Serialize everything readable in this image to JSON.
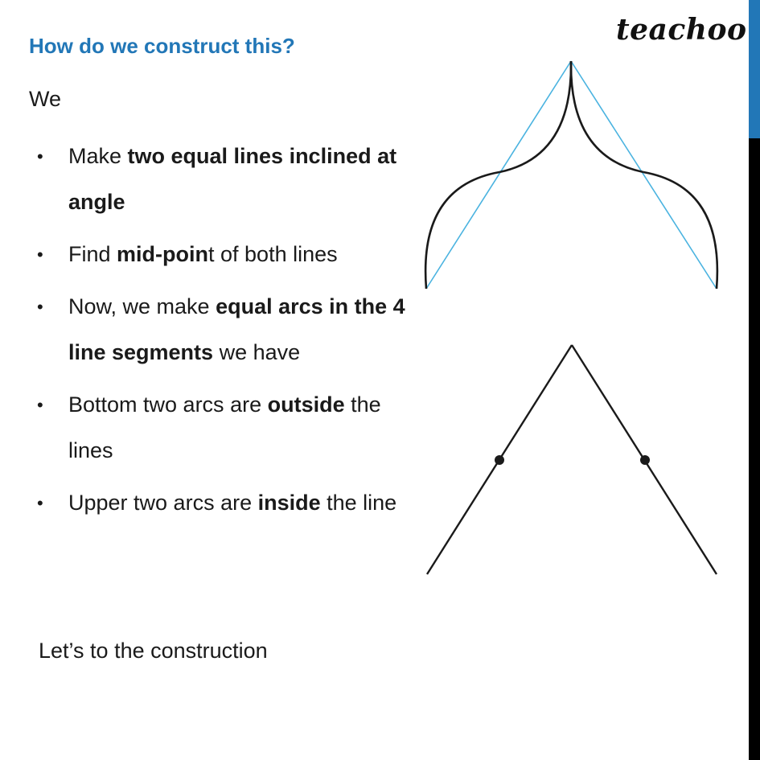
{
  "heading": "How do we construct this?",
  "brand": "teachoo",
  "intro": "We",
  "bullets": [
    {
      "parts": [
        {
          "t": "Make ",
          "b": false
        },
        {
          "t": "two equal lines inclined at angle",
          "b": true
        }
      ]
    },
    {
      "parts": [
        {
          "t": "Find ",
          "b": false
        },
        {
          "t": "mid-poin",
          "b": true
        },
        {
          "t": "t of both lines",
          "b": false
        }
      ]
    },
    {
      "parts": [
        {
          "t": "Now, we make ",
          "b": false
        },
        {
          "t": "equal arcs in the 4 line segments",
          "b": true
        },
        {
          "t": " we have",
          "b": false
        }
      ]
    },
    {
      "parts": [
        {
          "t": "Bottom two arcs are ",
          "b": false
        },
        {
          "t": "outside",
          "b": true
        },
        {
          "t": " the lines",
          "b": false
        }
      ]
    },
    {
      "parts": [
        {
          "t": "Upper two arcs are ",
          "b": false
        },
        {
          "t": "inside",
          "b": true
        },
        {
          "t": " the line",
          "b": false
        }
      ]
    }
  ],
  "closing": "Let’s to the construction",
  "colors": {
    "accent": "#2277b7",
    "line": "#1a1a1a",
    "guide": "#4ab3e0"
  }
}
